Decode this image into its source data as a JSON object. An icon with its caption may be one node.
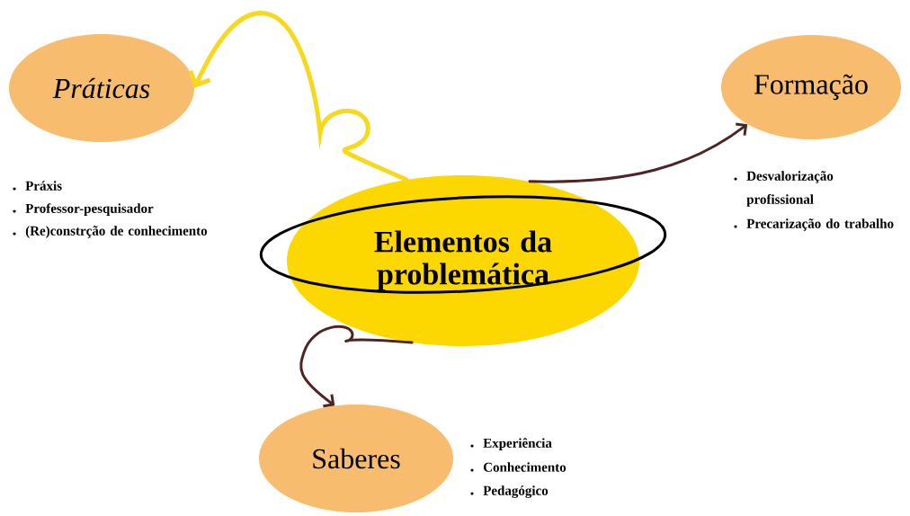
{
  "diagram": {
    "nodes": [
      {
        "text": [
          "Elementos da problemática"
        ]
      },
      {
        "text": [
          "Práticas"
        ],
        "beside": [
          "Práxis",
          "Professor-pesquisador",
          "(Re)constrção de conhecimento"
        ]
      },
      {
        "text": [
          "Formação"
        ],
        "beside": [
          "Desvalorização profissional",
          "Precarização do trabalho"
        ]
      },
      {
        "text": [
          "Saberes"
        ],
        "beside": [
          "Experiência",
          "Conhecimento",
          "Pedagógico"
        ]
      }
    ],
    "edges": [
      {
        "from": 0,
        "to": 1,
        "arrow": "to",
        "color": "#f8d81c"
      },
      {
        "from": 0,
        "to": 2,
        "arrow": "to"
      },
      {
        "from": 0,
        "to": 3,
        "arrow": "to"
      }
    ]
  }
}
